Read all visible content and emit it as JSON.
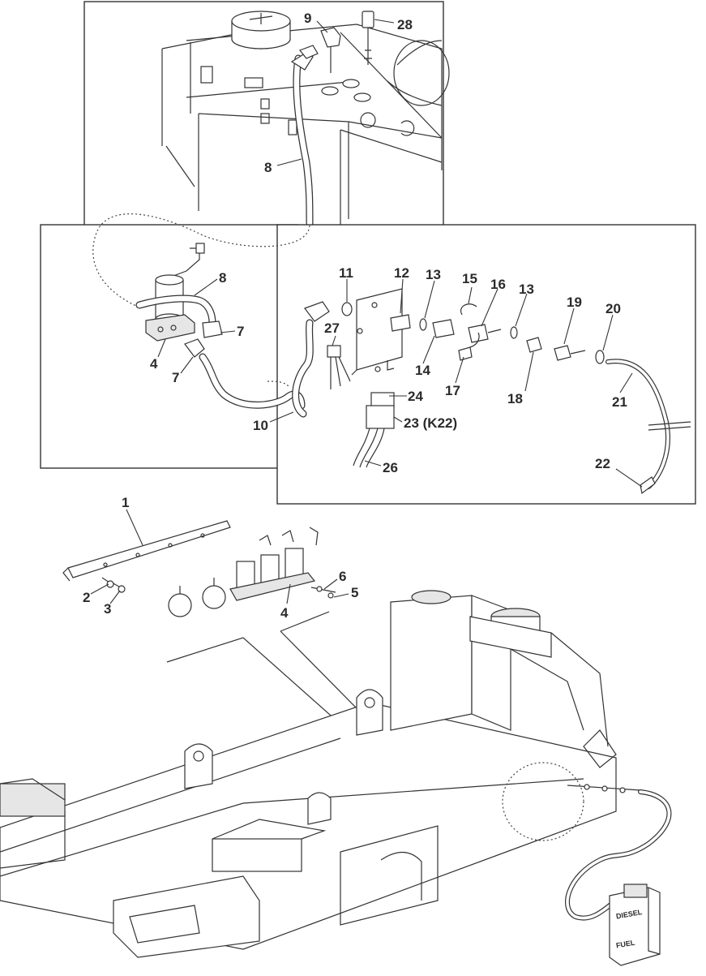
{
  "callouts": [
    {
      "id": "c9",
      "text": "9"
    },
    {
      "id": "c28",
      "text": "28"
    },
    {
      "id": "c8a",
      "text": "8"
    },
    {
      "id": "c8b",
      "text": "8"
    },
    {
      "id": "c7a",
      "text": "7"
    },
    {
      "id": "c7b",
      "text": "7"
    },
    {
      "id": "c4a",
      "text": "4"
    },
    {
      "id": "c10",
      "text": "10"
    },
    {
      "id": "c11",
      "text": "11"
    },
    {
      "id": "c12",
      "text": "12"
    },
    {
      "id": "c13a",
      "text": "13"
    },
    {
      "id": "c15",
      "text": "15"
    },
    {
      "id": "c16",
      "text": "16"
    },
    {
      "id": "c13b",
      "text": "13"
    },
    {
      "id": "c19",
      "text": "19"
    },
    {
      "id": "c20",
      "text": "20"
    },
    {
      "id": "c27",
      "text": "27"
    },
    {
      "id": "c14",
      "text": "14"
    },
    {
      "id": "c17",
      "text": "17"
    },
    {
      "id": "c18",
      "text": "18"
    },
    {
      "id": "c21",
      "text": "21"
    },
    {
      "id": "c24",
      "text": "24"
    },
    {
      "id": "c23",
      "text": "23 (K22)"
    },
    {
      "id": "c26",
      "text": "26"
    },
    {
      "id": "c22",
      "text": "22"
    },
    {
      "id": "c1",
      "text": "1"
    },
    {
      "id": "c2",
      "text": "2"
    },
    {
      "id": "c3",
      "text": "3"
    },
    {
      "id": "c6",
      "text": "6"
    },
    {
      "id": "c5",
      "text": "5"
    },
    {
      "id": "c4b",
      "text": "4"
    }
  ],
  "can_labels": {
    "top": "DIESEL",
    "bottom": "FUEL"
  }
}
